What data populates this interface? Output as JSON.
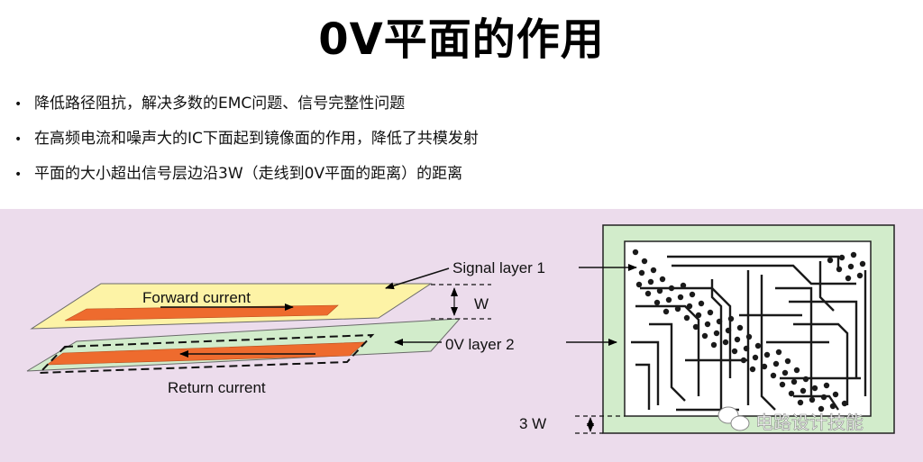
{
  "title": "0V平面的作用",
  "bullets": [
    "降低路径阻抗，解决多数的EMC问题、信号完整性问题",
    "在高频电流和噪声大的IC下面起到镜像面的作用，降低了共模发射",
    "平面的大小超出信号层边沿3W（走线到0V平面的距离）的距离"
  ],
  "diagram": {
    "forward_current": "Forward current",
    "return_current": "Return current",
    "signal_layer": "Signal layer 1",
    "zero_v_layer": "0V  layer 2",
    "spacing_label": "W",
    "margin_label": "3 W"
  },
  "watermark": "电路设计技能",
  "colors": {
    "panel_bg": "#ecdcec",
    "signal_layer_fill": "#fdf3a6",
    "ground_layer_fill": "#d2eccb",
    "trace": "#ee6b2e",
    "pcb_border": "#d2eccb"
  }
}
